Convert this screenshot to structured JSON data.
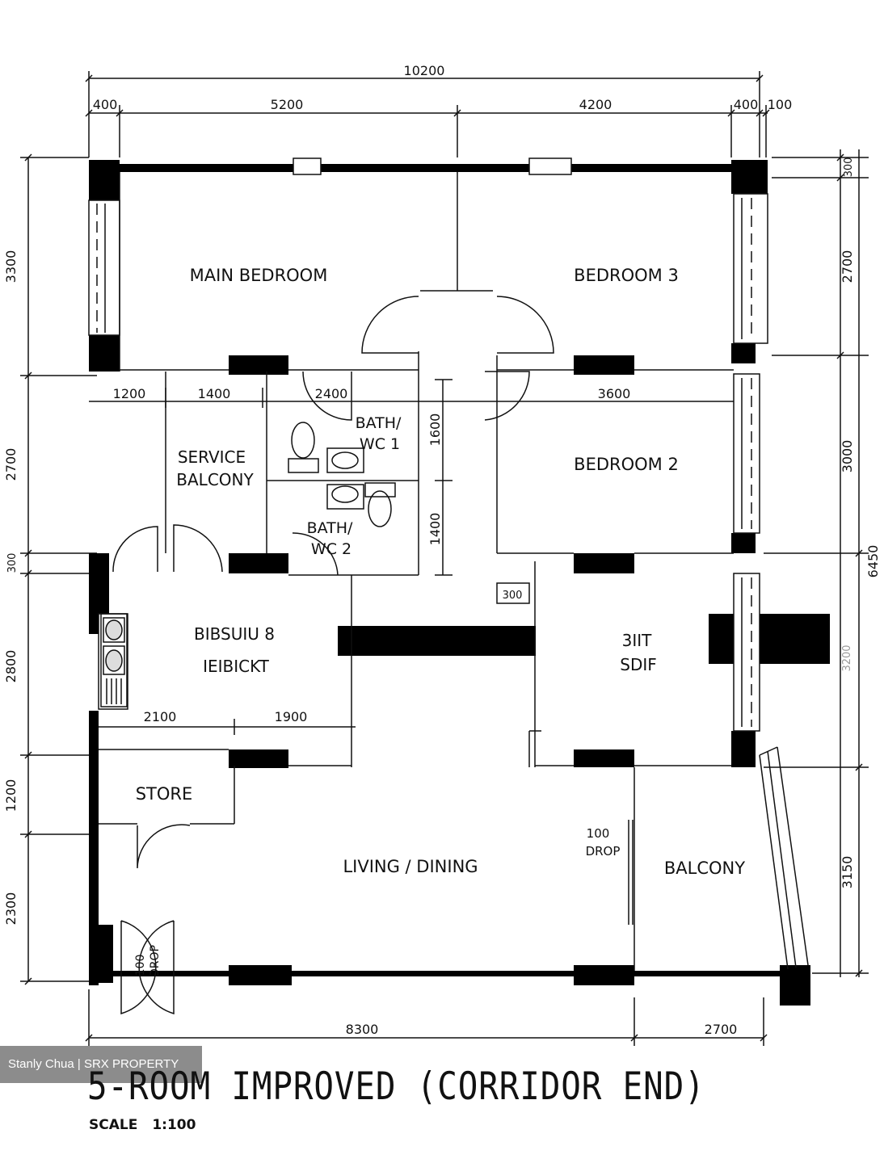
{
  "title": "5-ROOM IMPROVED (CORRIDOR END)",
  "scale": {
    "label": "SCALE",
    "value": "1:100"
  },
  "watermark": "Stanly Chua | SRX PROPERTY",
  "rooms": {
    "main_bedroom": "MAIN BEDROOM",
    "bedroom_3": "BEDROOM 3",
    "bedroom_2": "BEDROOM 2",
    "bath_wc_1": [
      "BATH/",
      "WC 1"
    ],
    "bath_wc_2": [
      "BATH/",
      "WC 2"
    ],
    "service_balcony": [
      "SERVICE",
      "BALCONY"
    ],
    "kitchen": [
      "BIBSUIU 8",
      "IEIBICKT"
    ],
    "bedroom_4": [
      "3IIT",
      "SDIF"
    ],
    "store": "STORE",
    "living_dining": "LIVING / DINING",
    "balcony": "BALCONY",
    "drop_1": [
      "100",
      "DROP"
    ],
    "drop_2": [
      "100",
      "DROP"
    ],
    "small_mark": "300"
  },
  "dimensions": {
    "top_total": "10200",
    "top_parts": [
      "400",
      "5200",
      "4200",
      "400",
      "100"
    ],
    "left": [
      "3300",
      "2700",
      "300",
      "2800",
      "1200",
      "2300"
    ],
    "right": [
      "300",
      "2700",
      "3000",
      "6450",
      "3150"
    ],
    "right_faded": "3200",
    "bottom": [
      "8300",
      "2700"
    ],
    "inner_upper": [
      "1200",
      "1400",
      "2400",
      "3600"
    ],
    "inner_vertical": [
      "1600",
      "1400"
    ],
    "inner_kitchen": [
      "2100",
      "1900"
    ]
  }
}
